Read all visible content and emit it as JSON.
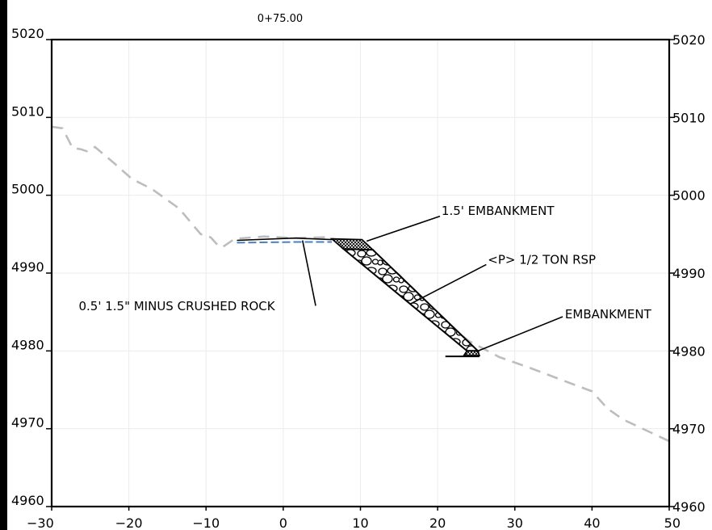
{
  "station": "0+75.00",
  "colors": {
    "ground": "#bdbdbd",
    "rock_layer": "#4a7fc1",
    "grid": "#ececec",
    "ink": "#000000"
  },
  "chart_data": {
    "type": "cross-section",
    "x_ticks": [
      "-30",
      "-20",
      "-10",
      "0",
      "10",
      "20",
      "30",
      "40",
      "50"
    ],
    "y_ticks_left": [
      "4960",
      "4970",
      "4980",
      "4990",
      "5000",
      "5010",
      "5020"
    ],
    "y_ticks_right": [
      "4960",
      "4970",
      "4980",
      "4990",
      "5000",
      "5010",
      "5020"
    ],
    "xlim": [
      -30,
      50
    ],
    "ylim": [
      4960,
      5020
    ],
    "existing_ground": [
      [
        -30,
        5008.8
      ],
      [
        -28.6,
        5008.6
      ],
      [
        -27.3,
        5006.1
      ],
      [
        -26.2,
        5005.9
      ],
      [
        -25.3,
        5005.6
      ],
      [
        -24.4,
        5006.2
      ],
      [
        -22,
        5004.2
      ],
      [
        -19.6,
        5002.1
      ],
      [
        -17,
        5000.8
      ],
      [
        -13.5,
        4998.3
      ],
      [
        -10.7,
        4995.0
      ],
      [
        -9.4,
        4994.6
      ],
      [
        -8.5,
        4993.6
      ],
      [
        -7.9,
        4993.3
      ],
      [
        -6.3,
        4994.4
      ],
      [
        -2.5,
        4994.7
      ],
      [
        1.5,
        4994.5
      ],
      [
        5.5,
        4994.6
      ],
      [
        10.5,
        4993.5
      ],
      [
        15,
        4989.8
      ],
      [
        20,
        4984.5
      ],
      [
        24,
        4981.3
      ],
      [
        28,
        4979.2
      ],
      [
        32,
        4977.8
      ],
      [
        36,
        4976.3
      ],
      [
        40,
        4974.8
      ],
      [
        42,
        4972.6
      ],
      [
        44,
        4971.2
      ],
      [
        47,
        4969.8
      ],
      [
        50,
        4968.4
      ]
    ],
    "crushed_rock_top": [
      [
        -6,
        4994.2
      ],
      [
        1.5,
        4994.5
      ],
      [
        6.3,
        4994.3
      ]
    ],
    "crushed_rock_bottom": [
      [
        -6,
        4993.9
      ],
      [
        1.5,
        4994.0
      ],
      [
        6.3,
        4994.0
      ]
    ],
    "embankment_cap": [
      [
        6.3,
        4994.4
      ],
      [
        10.2,
        4994.3
      ],
      [
        11.6,
        4993.0
      ],
      [
        7.8,
        4993.1
      ]
    ],
    "riprap": [
      [
        7.8,
        4993.1
      ],
      [
        11.6,
        4993.0
      ],
      [
        25.2,
        4980.0
      ],
      [
        23.8,
        4980.0
      ]
    ],
    "toe_embankment": [
      [
        23.8,
        4980.0
      ],
      [
        25.2,
        4980.0
      ],
      [
        25.4,
        4979.4
      ],
      [
        23.4,
        4979.4
      ]
    ],
    "bottom_line": [
      [
        21.0,
        4979.3
      ],
      [
        25.4,
        4979.3
      ]
    ],
    "annotations": [
      {
        "id": "ann-embankment-top",
        "text": "1.5' EMBANKMENT",
        "at": [
          20.5,
          4997.5
        ],
        "leader_from": [
          20.3,
          4997.3
        ],
        "leader_to": [
          10.8,
          4994.1
        ]
      },
      {
        "id": "ann-riprap",
        "text": "<P> 1/2 TON RSP",
        "at": [
          26.5,
          4991.2
        ],
        "leader_from": [
          26.3,
          4991.1
        ],
        "leader_to": [
          16.4,
          4986.0
        ]
      },
      {
        "id": "ann-crushed-rock",
        "text": "0.5' 1.5\" MINUS CRUSHED ROCK",
        "at": [
          -26.5,
          4985.2
        ],
        "leader_from": [
          4.2,
          4985.8
        ],
        "leader_to": [
          2.5,
          4994.2
        ]
      },
      {
        "id": "ann-embankment-toe",
        "text": "EMBANKMENT",
        "at": [
          36.5,
          4984.2
        ],
        "leader_from": [
          36.2,
          4984.4
        ],
        "leader_to": [
          25.0,
          4979.9
        ]
      }
    ]
  }
}
